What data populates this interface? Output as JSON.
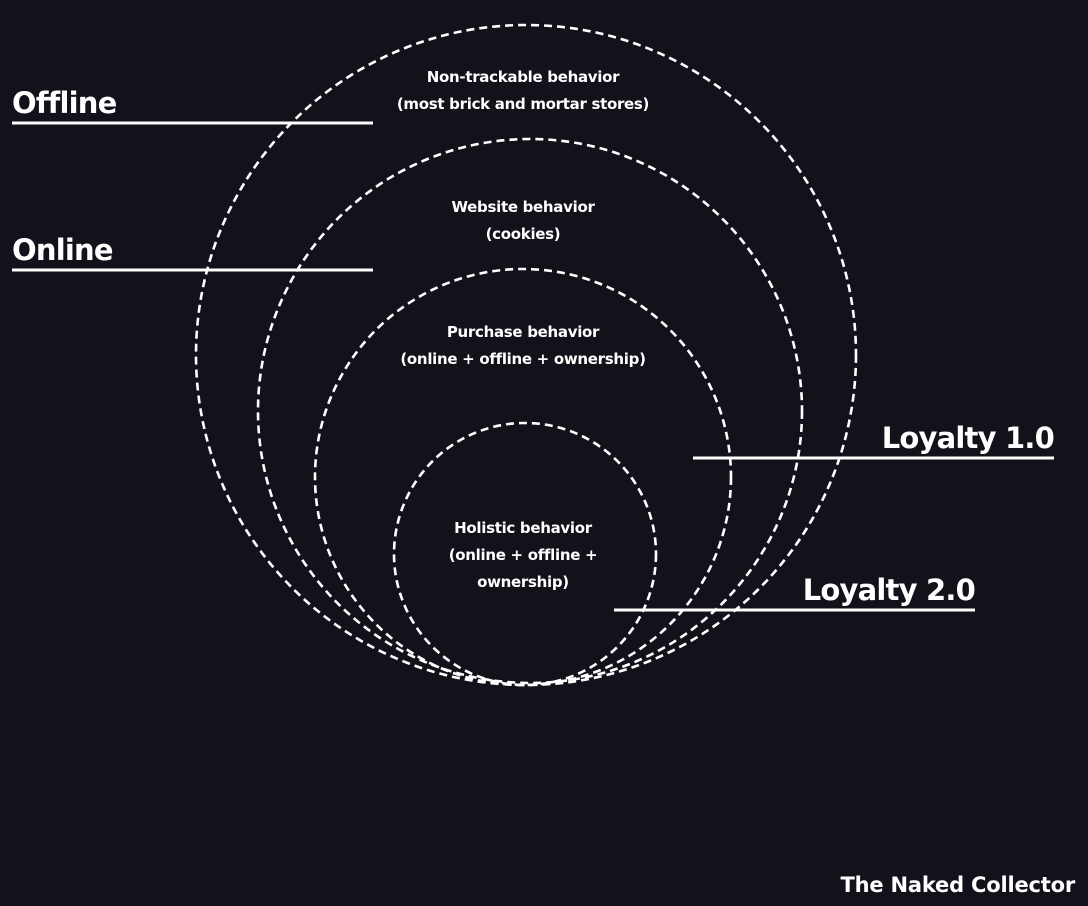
{
  "rings": [
    {
      "label_lines": [
        "Non-trackable behavior",
        "(most brick and mortar stores)"
      ]
    },
    {
      "label_lines": [
        "Website behavior",
        "(cookies)"
      ]
    },
    {
      "label_lines": [
        "Purchase behavior",
        "(online + offline + ownership)"
      ]
    },
    {
      "label_lines": [
        "Holistic behavior",
        "(online + offline +",
        "ownership)"
      ]
    }
  ],
  "side_labels": {
    "offline": "Offline",
    "online": "Online",
    "loyalty_1": "Loyalty 1.0",
    "loyalty_2": "Loyalty 2.0"
  },
  "credit": "The Naked Collector",
  "colors": {
    "background": "#13111a",
    "foreground": "#ffffff"
  }
}
